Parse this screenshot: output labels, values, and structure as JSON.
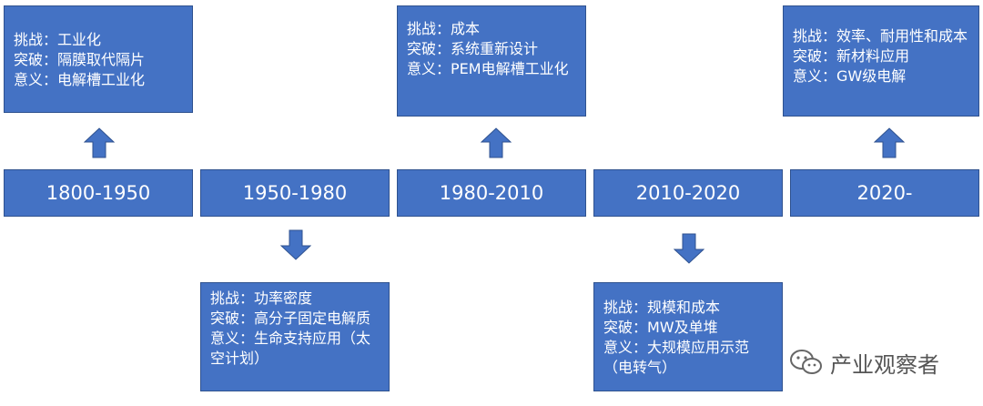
{
  "colors": {
    "box_fill": "#4472C4",
    "box_border": "#2F528F",
    "text": "#FFFFFF"
  },
  "eras": [
    "1800-1950",
    "1950-1980",
    "1980-2010",
    "2010-2020",
    "2020-"
  ],
  "cards": [
    {
      "lines": [
        "挑战：工业化",
        "突破：隔膜取代隔片",
        "意义：电解槽工业化"
      ]
    },
    {
      "lines": [
        "挑战：功率密度",
        "突破：高分子固定电解质",
        "意义：生命支持应用（太空计划）"
      ]
    },
    {
      "lines": [
        "挑战：成本",
        "突破：系统重新设计",
        "意义：PEM电解槽工业化"
      ]
    },
    {
      "lines": [
        "挑战：规模和成本",
        "突破：MW及单堆",
        "意义：大规模应用示范（电转气）"
      ]
    },
    {
      "lines": [
        "挑战：效率、耐用性和成本",
        "突破：新材料应用",
        "意义：GW级电解"
      ]
    }
  ],
  "watermark": {
    "icon": "wechat-icon",
    "text": "产业观察者"
  }
}
